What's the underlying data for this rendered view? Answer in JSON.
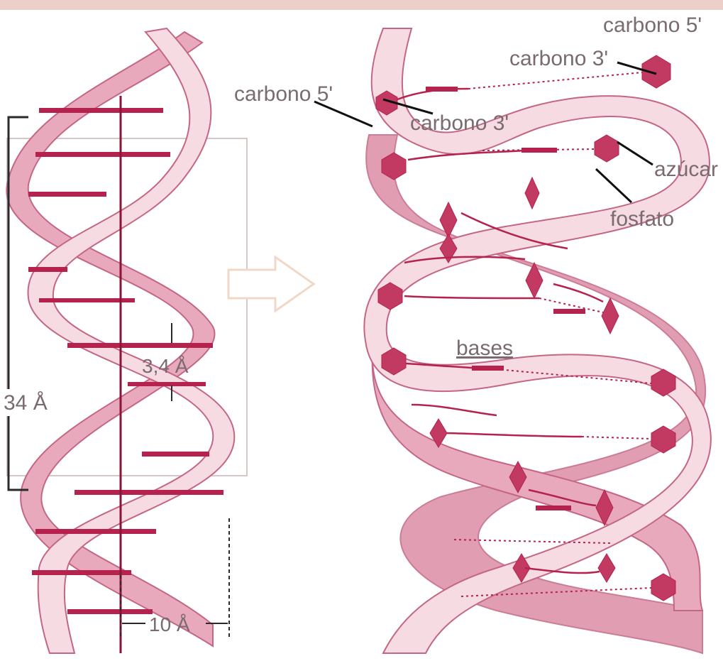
{
  "colors": {
    "top_bar": "#eccfc8",
    "ribbon_light": "#f6dbe3",
    "ribbon_mid": "#e9a9bd",
    "ribbon_dark": "#dc8da5",
    "outline": "#c46686",
    "base": "#b5224e",
    "sugar": "#c23a62",
    "label": "#7a6b70",
    "dim_line": "#2a2a2a",
    "arrow": "#f0d8c8"
  },
  "labels": {
    "carbono5_top": "carbono 5'",
    "carbono3_top": "carbono 3'",
    "carbono5_left": "carbono 5'",
    "carbono3_mid": "carbono 3'",
    "azucar": "azúcar",
    "fosfato": "fosfato",
    "bases": "bases",
    "pitch": "34 Å",
    "rise": "3,4 Å",
    "diameter": "10 Å"
  },
  "icons": {
    "transition_arrow": "right-arrow-icon"
  }
}
